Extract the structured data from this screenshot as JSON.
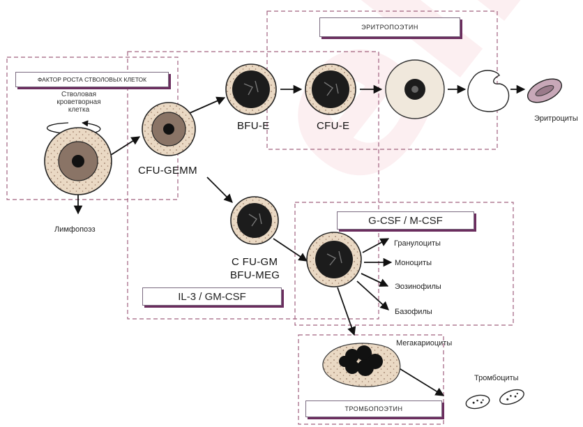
{
  "factors": {
    "erythropoietin": "ЭРИТРОПОЭТИН",
    "stem_cell_factor": "ФАКТОР РОСТА СТВОЛОВЫХ КЛЕТОК",
    "gcsf_mcsf": "G-CSF / M-CSF",
    "il3_gmcsf": "IL-3 / GM-CSF",
    "thrombopoietin": "ТРОМБОПОЭТИН"
  },
  "cells": {
    "stem_cell_l1": "Стволовая",
    "stem_cell_l2": "кроветворная",
    "stem_cell_l3": "клетка",
    "cfu_gemm": "CFU-GEMM",
    "bfu_e": "BFU-E",
    "cfu_e": "CFU-E",
    "erythrocytes": "Эритроциты",
    "lymphopoiesis": "Лимфопоэз",
    "cfu_gm": "C FU-GM",
    "bfu_meg": "BFU-MEG",
    "granulocytes": "Гранулоциты",
    "monocytes": "Моноциты",
    "eosinophils": "Эозинофилы",
    "basophils": "Базофилы",
    "megakaryocytes": "Мегакариоциты",
    "thrombocytes": "Тромбоциты"
  },
  "colors": {
    "dashed_border": "#a0607e",
    "cell_fill": "#ead9c4",
    "nucleus": "#1c1c1c",
    "shadow": "#6b2d5e"
  }
}
